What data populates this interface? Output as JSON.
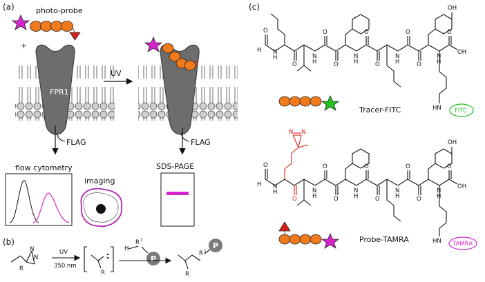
{
  "panel_a": {
    "label": "(a)",
    "photo_probe": "photo-probe",
    "plus": "+",
    "receptor": "FPR1",
    "uv_arrow": "UV",
    "flag_left": "FLAG",
    "flag_right": "FLAG",
    "flow_cytometry": "flow cytometry",
    "imaging": "imaging",
    "sds_page": "SDS-PAGE"
  },
  "panel_b": {
    "label": "(b)",
    "uv": "UV",
    "wavelength": "350 nm",
    "r_label": "R",
    "h_label": "H",
    "r1_label": "R",
    "r1_sup": "1",
    "p_label": "P"
  },
  "panel_c": {
    "label": "(c)",
    "tracer_name": "Tracer-FITC",
    "probe_name": "Probe-TAMRA",
    "fitc_tag": "FITC",
    "tamra_tag": "TAMRA",
    "oh": "OH",
    "h": "H",
    "n": "N",
    "o": "O",
    "hn": "HN"
  },
  "colors": {
    "bead": "#f07a1c",
    "star_magenta": "#d524cc",
    "star_green": "#22c21c",
    "triangle_red": "#d81f17",
    "receptor_gray": "#6d6d6d",
    "fitc_green": "#1cbf1c",
    "tamra_magenta": "#d524cc"
  }
}
